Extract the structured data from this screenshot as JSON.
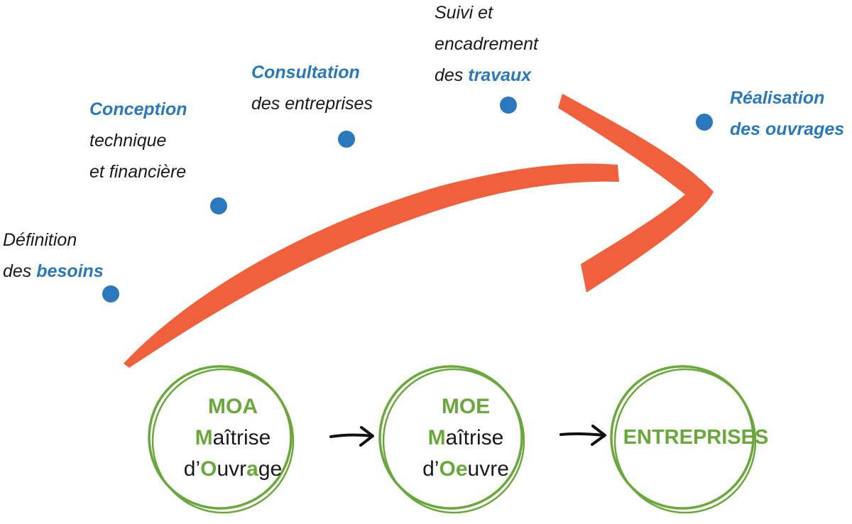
{
  "colors": {
    "accent_blue": "#2a78bd",
    "arrow_red": "#f0603c",
    "circle_green": "#6aa83c",
    "text_dark": "#1a1a1a"
  },
  "steps": [
    {
      "line1_plain": "Définition",
      "line2_plain": "des ",
      "line2_hl": "besoins"
    },
    {
      "title": "Conception",
      "line2": "technique",
      "line3": "et financière"
    },
    {
      "title": "Consultation",
      "line2": "des entreprises"
    },
    {
      "line1": "Suivi et",
      "line2": "encadrement",
      "line3_plain": "des ",
      "line3_hl": "travaux"
    },
    {
      "line1": "Réalisation",
      "line2": "des ouvrages"
    }
  ],
  "actors": {
    "moa": {
      "acronym": "MOA",
      "l2_a": "M",
      "l2_b": "aîtrise",
      "l3_a": "d’",
      "l3_b": "O",
      "l3_c": "uvr",
      "l3_d": "a",
      "l3_e": "ge"
    },
    "moe": {
      "acronym": "MOE",
      "l2_a": "M",
      "l2_b": "aîtrise",
      "l3_a": "d’",
      "l3_b": "Oe",
      "l3_c": "uvre"
    },
    "entreprises": {
      "label": "ENTREPRISES"
    }
  }
}
